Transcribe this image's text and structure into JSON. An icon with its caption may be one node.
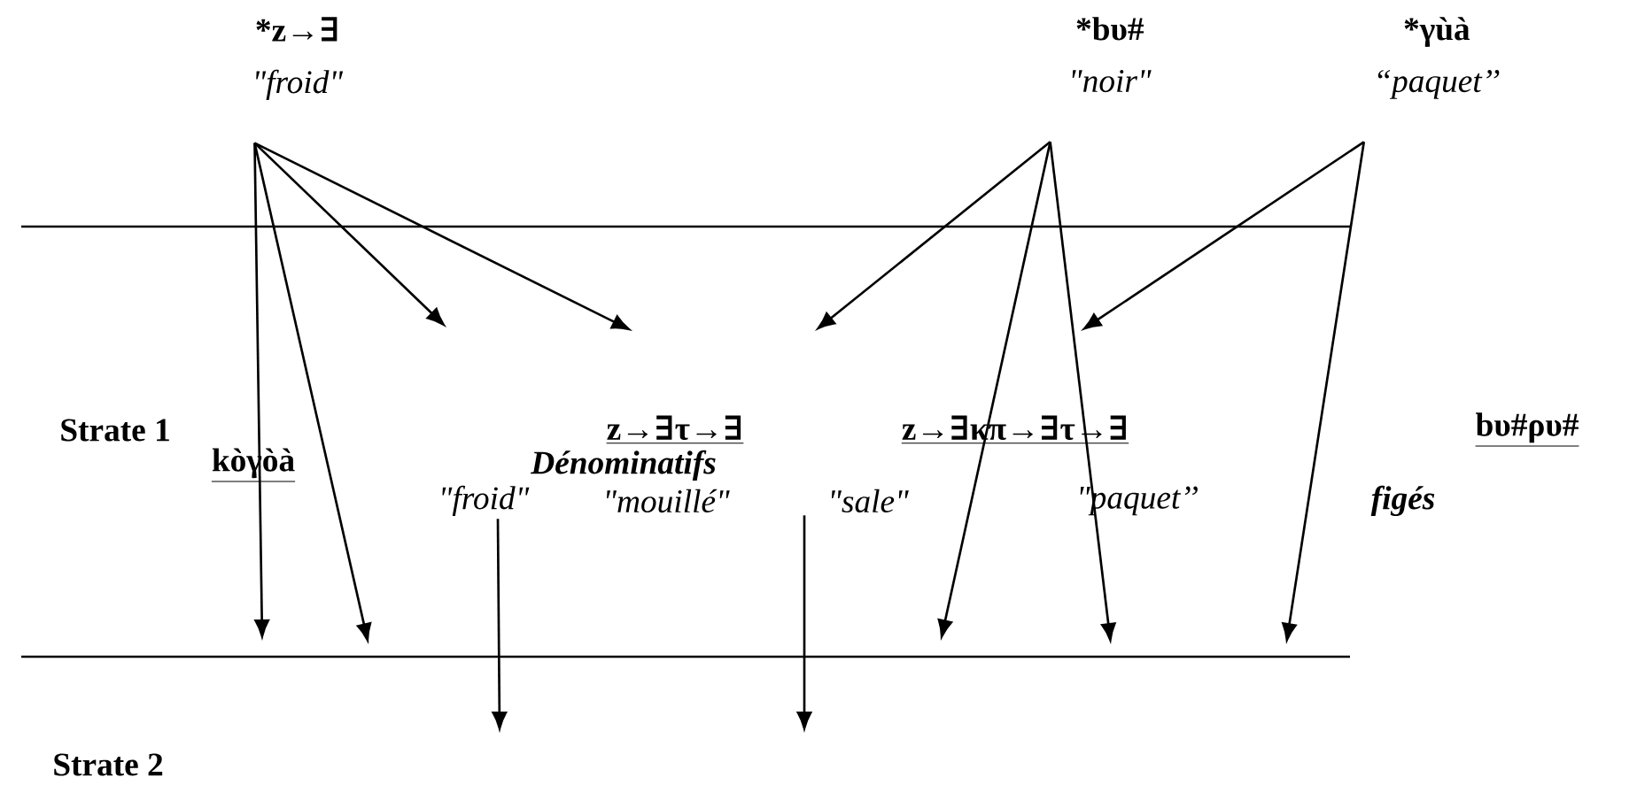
{
  "diagram": {
    "nodes": [
      {
        "text": [
          "*z→∃",
          "\"froid\""
        ]
      },
      {
        "text": [
          "*bυ#",
          "\"noir\""
        ]
      },
      {
        "text": [
          "*γùà",
          "“paquet’’"
        ]
      },
      {
        "text": [
          "\"froid\""
        ]
      },
      {
        "text": [
          "\"sale\""
        ]
      }
    ],
    "edges": [
      {
        "from": 0,
        "to": null,
        "arrow": "to"
      },
      {
        "from": 0,
        "to": null,
        "arrow": "to"
      },
      {
        "from": 0,
        "to": null,
        "arrow": "to"
      },
      {
        "from": 0,
        "to": null,
        "arrow": "to"
      },
      {
        "from": 1,
        "to": null,
        "arrow": "to"
      },
      {
        "from": 1,
        "to": null,
        "arrow": "to"
      },
      {
        "from": 1,
        "to": null,
        "arrow": "to"
      },
      {
        "from": 2,
        "to": null,
        "arrow": "to"
      },
      {
        "from": 2,
        "to": null,
        "arrow": "to"
      },
      {
        "from": 3,
        "to": null,
        "arrow": "to"
      },
      {
        "from": 4,
        "to": null,
        "arrow": "to"
      }
    ],
    "labels": [
      "Strate 1",
      "z→∃τ→∃",
      "z→∃κπ→∃τ→∃",
      "bυ#ρυ#",
      "kòγòà",
      "Dénominatifs",
      "\"mouillé\"",
      "\"paquet’’",
      "figés",
      "Strate 2"
    ]
  }
}
